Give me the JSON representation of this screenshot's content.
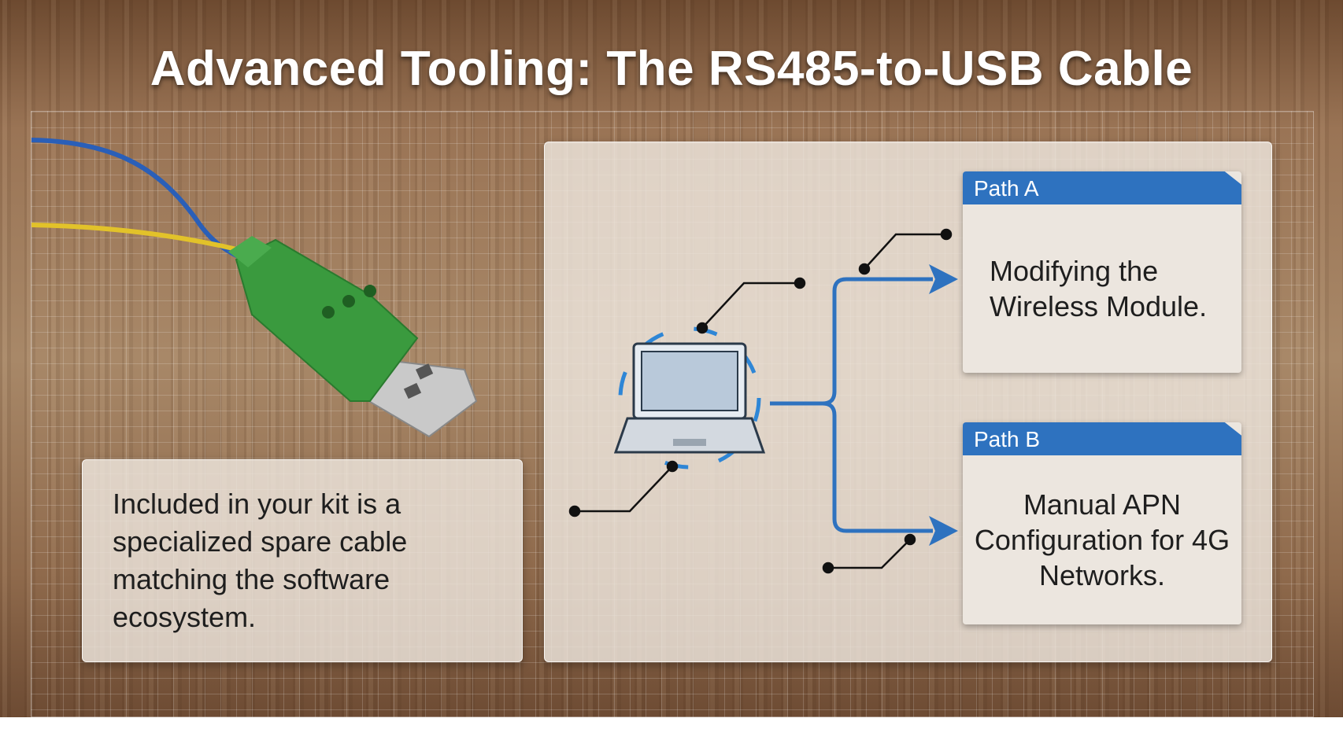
{
  "title": "Advanced Tooling: The RS485-to-USB Cable",
  "description": "Included in your kit is a specialized spare cable matching the software ecosystem.",
  "paths": [
    {
      "label": "Path A",
      "text": "Modifying the Wireless Module."
    },
    {
      "label": "Path B",
      "text": "Manual APN Configuration for 4G Networks."
    }
  ],
  "colors": {
    "accent": "#2e72bf",
    "cable_green": "#3a9a3e"
  }
}
